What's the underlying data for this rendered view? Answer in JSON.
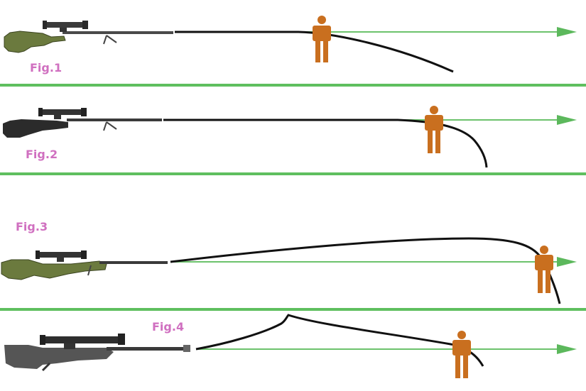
{
  "colors": {
    "background": "#ffffff",
    "line_of_sight": "#6cc26c",
    "arrow_head": "#5cb85c",
    "divider": "#5fbf5f",
    "trajectory": "#111111",
    "target": "#c96f1f",
    "label": "#d070c0",
    "rifle_green": "#6b7a3e",
    "rifle_black": "#2b2b2b",
    "rifle_gray": "#555555"
  },
  "panels": [
    {
      "id": "fig1",
      "label": "Fig.1",
      "rifle_icon": "bolt-action-rifle-green-stock-icon",
      "target_icon": "human-target-icon"
    },
    {
      "id": "fig2",
      "label": "Fig.2",
      "rifle_icon": "bolt-action-rifle-black-stock-icon",
      "target_icon": "human-target-icon"
    },
    {
      "id": "fig3",
      "label": "Fig.3",
      "rifle_icon": "sniper-rifle-green-chassis-icon",
      "target_icon": "human-target-icon"
    },
    {
      "id": "fig4",
      "label": "Fig.4",
      "rifle_icon": "anti-materiel-rifle-icon",
      "target_icon": "human-target-icon"
    }
  ]
}
